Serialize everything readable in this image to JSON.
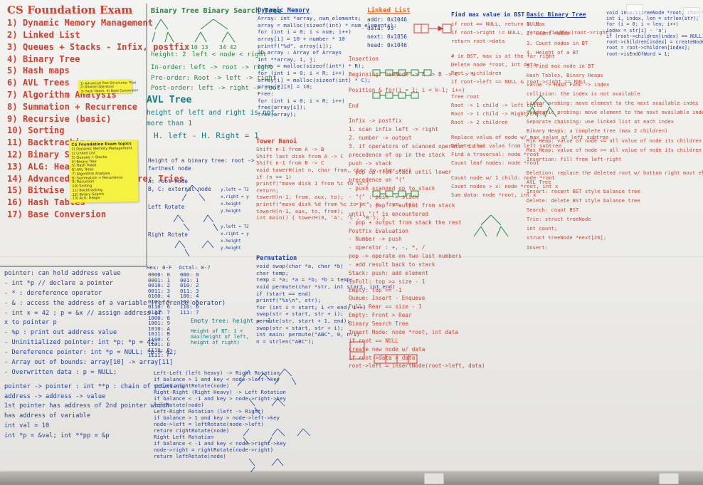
{
  "board": {
    "title": "CS Foundation Exam",
    "topics": [
      "1) Dynamic Memory Management",
      "2) Linked List",
      "3) Queues + Stacks - Infix, postfix",
      "4) Binary Tree",
      "5) Hash maps",
      "6) AVL Trees",
      "7) Algorithm Analysis",
      "8) Summation + Recurrence",
      "9) Recursive (basic)",
      "10) Sorting",
      "11) Backtracking",
      "12) Binary Search",
      "13) ALG: Heaps",
      "14) Advanced Tree Structure: Tries",
      "15) Bitwise Operator",
      "16) Hash Tables",
      "17) Base Conversion"
    ],
    "sticky_small": "1) Advanced Tree Structures: Tries\n2) Bitwise Operators\n3) Hash Tables  4) Base Conversion",
    "sticky_big": {
      "title": "CS Foundation Exam topics",
      "items": [
        "1) Dynamic Memory Management",
        "2) Linked List",
        "3) Queues + Stacks",
        "4) Binary Tree",
        "5) Hash maps",
        "6) AVL Trees",
        "7) Algorithm Analysis",
        "8) Summation + Recurrence",
        "9) Recursion",
        "10) Sorting",
        "11) Backtracking",
        "12) Binary Search",
        "13) ALG: Heaps"
      ]
    },
    "pointers_section": [
      "pointer: can hold address value",
      "- int *p  // declare a pointer",
      "- * : dereference operator",
      "- & : access the address of a variable (reference operator)",
      "- int x = 42 ;   p = &x  // assign address of",
      "  x to pointer p",
      "- %p : print out address value",
      "- Uninitialized pointer: int *p;  *p = 42;",
      "- Dereference pointer: int *p = NULL; *p = 42;",
      "- Array out of bounds: array[10] -> array[11]",
      "- Overwritten data : p = NULL;",
      "pointer -> pointer : int **p  : chain of pointers",
      "  address -> address -> value",
      "1st pointer has address of 2nd pointer which",
      "has address of variable",
      "int val = 10",
      "int *p = &val;   int **pp = &p"
    ],
    "binary_tree_section": {
      "title": "Binary Tree   Binary Search Tree",
      "lines": [
        "height: 2",
        "left < node < right",
        "In-order: left -> root -> right",
        "Pre-order: Root -> left -> right",
        "Post-order: left -> right -> root"
      ]
    },
    "avl_section": {
      "title": "AVL Tree",
      "lines": [
        "height of left and right is not",
        "more than 1",
        "H. left - H. Right = 1",
        "Height of a binary tree: root ->",
        "farthest node",
        "A: root node",
        "B, C: external node",
        "Left Rotate",
        "Right Rotate",
        "Empty tree: height = -1",
        "Height of BT: 1 + max(height of left, height of right)"
      ]
    },
    "hex_table": {
      "header": [
        "Hex: 0-F",
        "Octal: 0-7"
      ],
      "rows": [
        [
          "0000: 0",
          "000: 0"
        ],
        [
          "0001: 1",
          "001: 1"
        ],
        [
          "0010: 2",
          "010: 2"
        ],
        [
          "0011: 3",
          "011: 3"
        ],
        [
          "0100: 4",
          "100: 4"
        ],
        [
          "0101: 5",
          "101: 5"
        ],
        [
          "0110: 6",
          "110: 6"
        ],
        [
          "0111: 7",
          "111: 7"
        ],
        [
          "1000: 8",
          ""
        ],
        [
          "1001: 9",
          ""
        ],
        [
          "1010: A",
          ""
        ],
        [
          "1011: B",
          ""
        ],
        [
          "1100: C",
          ""
        ],
        [
          "1101: D",
          ""
        ],
        [
          "1110: E",
          ""
        ],
        [
          "1111: F",
          ""
        ]
      ]
    },
    "rotations": [
      "Left-Left (left heavy) -> Right Rotation",
      "if balance > 1 and key < node->left->key",
      "  return rightRotate(node)",
      "Right-Right (Right Heavy) -> Left Rotation",
      "if balance < -1 and key > node->right->key",
      "  leftRotate(node)",
      "Left-Right Rotation (left -> Right)",
      "if balance > 1 and key > node->left->key",
      "  node->left = leftRotate(node->left)",
      "  return rightRotate(node)",
      "Right Left Rotation",
      "if balance < -1 and key < node->right->key",
      "  node->right = rightRotate(node->right)",
      "  return leftRotate(node)"
    ],
    "dynamic_memory": {
      "title": "Dynamic Memory",
      "lines": [
        "Array: int *array, num_elements;",
        "array = malloc(sizeof(int) * num_elements);",
        "for (int i = 0; i < num; i++)",
        "  array[i] = 10 + number * 10",
        "printf(\"%d\", array[i]);",
        "2D array : Array of Arrays",
        "int **array, i, j;",
        "array = malloc(sizeof(int*) * R);",
        "for (int i = 0; i < R; i++)",
        "  array[i] = malloc(sizeof(int) * C);",
        "array[2][3] = 10;",
        "Free:",
        "for (int i = 0; i < R; i++)",
        "  free(array[i]);",
        "free(array);"
      ]
    },
    "tower_hanoi": {
      "title": "Tower Hanoi",
      "lines": [
        "Shift n-1 from A -> B",
        "Shift last disk from A -> C",
        "Shift n-1 from B -> C",
        "void towerH(int n, char from, char to, char aux)",
        "if (n == 1)",
        "  printf(\"move disk 1 from %c to %c\")",
        "  return;",
        "towerH(n-1, from, aux, to);",
        "printf(\"move disk %d from %c to %c\", n, from, to);",
        "towerH(n-1, aux, to, from);",
        "int main() { towerH(3, 'A', 'C', 'B'); }"
      ]
    },
    "permutation": {
      "title": "Permutation",
      "lines": [
        "void swap(char *a, char *b)",
        "  char temp;",
        "  temp = *a; *a = *b; *b = temp;",
        "void permute(char *str, int start, int end)",
        "  if (start == end)",
        "    printf(\"%s\\n\", str);",
        "  for (int i = start; i <= end; i++)",
        "    swap(str + start, str + i);",
        "    permute(str, start + 1, end);",
        "    swap(str + start, str + i);",
        "int main: permute(\"ABC\", 0, n-1)",
        "  n = strlen(\"ABC\");"
      ]
    },
    "linked_list": {
      "title": "Linked List",
      "addresses": [
        "addr: 0x1046",
        "data: 93",
        "next: 0x1856",
        "head: 0x1046"
      ],
      "lines": [
        "Insertion",
        "Beginning: newNode -> A -> B -> C -> N",
        "Position & for(i = 1; i < k-1; i++)",
        "End",
        "Infix -> postfix",
        "1. scan infix left -> right",
        "2. number -> output",
        "3. if operators of scanned operator is >=",
        "   precedence of op in the stack",
        "   push -> stack",
        "- pop op from stack until lower",
        "  precedence on \"(\"",
        "- push scanned op to stack",
        "- \"(\" : push -> stack",
        "- \")\" : pop -> output from stack",
        "  until \"(\" is encountered",
        "- pop + output from stack the rest",
        "Postfix Evaluation",
        "- Number -> push",
        "- operator : +, -, *, /",
        "  pop -> operate on two last numbers",
        "- add result back to stack",
        "Stack: push: add element",
        "IsFull: top >= size - 1",
        "Empty: top == -1",
        "Queue: Insert - Enqueue",
        "Full: Rear == size - 1",
        "Empty: Front > Rear",
        "Binary Search Tree",
        "Insert Node: node *root, int data",
        "if root == NULL",
        "  create new node w/ data",
        "if root->data > data",
        "  root->left = insertNode(root->left, data)"
      ]
    },
    "bst_ops": {
      "title": "Find max value in BST",
      "lines": [
        "if root == NULL, return NULL",
        "if root->right != NULL, return findMax(root->right)",
        "return root->data",
        "# in BST, max is at the far right",
        "Delete node *root, int data",
        "Root -> children",
        "if root->left == NULL & root->right == NULL",
        "  free root",
        "Root -> 1 child -> left child",
        "Root -> 1 child -> Right child",
        "Root -> 2 children",
        "Replace value of node w/ max value of left subtree",
        "Delete that value from left subtree",
        "Find a traversal: node *root",
        "Count leaf nodes: node *root",
        "Count node w/ 1 child: node *root",
        "Count nodes > x: node *root, int x",
        "Sum data: node *root, int x"
      ]
    },
    "basic_bt": {
      "title": "Basic Binary Tree",
      "lines": [
        "1. Max",
        "2. Count nodes",
        "3. Count nodes in BT",
        "4. Height of a BT",
        "5. Find max node in BT",
        "Hash Tables, Binary Heaps",
        "value -> Hash Func -> index",
        "collision: the index is not available",
        "Linear probing: move element to the next available index",
        "Quadratic probing: move element to the next available index",
        "Separate chaining: use linked list at each index",
        "Binary Heaps: a complete tree (max 2 children)",
        "Min Heap: value of node <= all value of node its children",
        "Max Heap: value of node >= all value of node its children",
        "Insertion: fill from left-right",
        "Deletion: replace the deleted root w/ bottom right most element",
        "AVL Tree",
        "Insert: recent BST style balance tree",
        "Delete: delete BST style balance tree",
        "Search: count BST",
        "Trie: struct treeNode",
        "  int count;",
        "  struct treeNode *next[26];",
        "Insert:"
      ]
    },
    "trie_code": [
      "void insert(treeNode *root, char *str)",
      "  int i, index, len = strlen(str);",
      "  for (i = 0; i < len; i++)",
      "    index = str[i] - 'a';",
      "    if (root->children[index] == NULL)",
      "      root->children[index] = createNode();",
      "    root = root->children[index];",
      "  root->isEndOfWord = 1;"
    ],
    "colors": {
      "board": "#f3f3f1",
      "red_marker": "#d23f2f",
      "blue_marker": "#1e3ea0",
      "green_marker": "#1f8a3b",
      "orange_marker": "#e0672b",
      "sticky": "#f6f03e"
    }
  }
}
